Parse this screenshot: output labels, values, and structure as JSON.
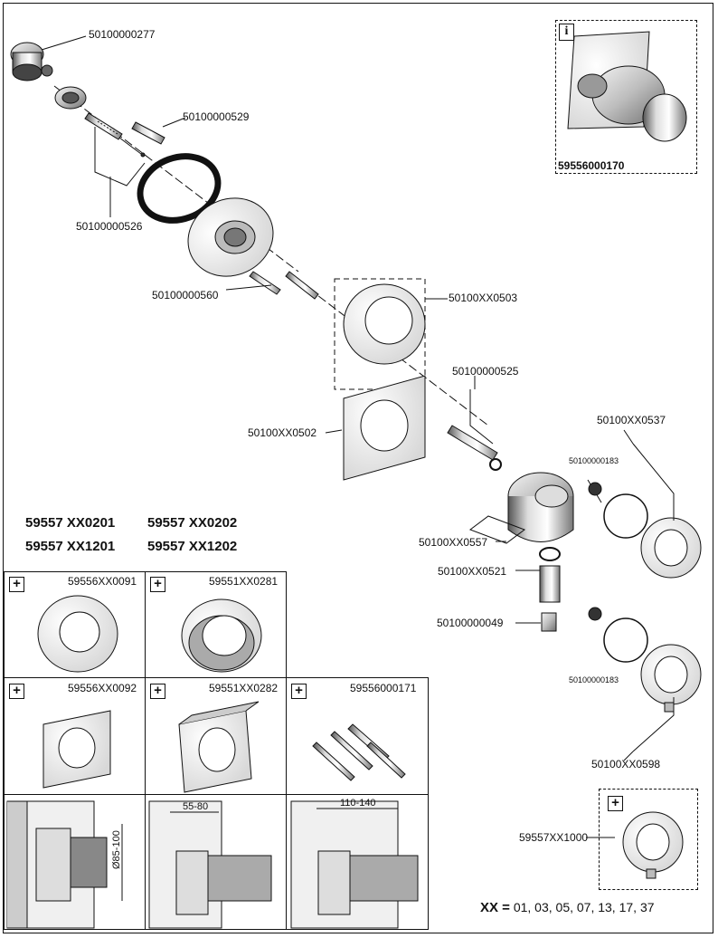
{
  "parts": {
    "p277": "50100000277",
    "p529": "50100000529",
    "p526": "50100000526",
    "p560": "50100000560",
    "p503": "50100XX0503",
    "p525": "50100000525",
    "p502": "50100XX0502",
    "p537": "50100XX0537",
    "p183a": "50100000183",
    "p557": "50100XX0557",
    "p521": "50100XX0521",
    "p049": "50100000049",
    "p183b": "50100000183",
    "p598": "50100XX0598",
    "p1000": "59557XX1000"
  },
  "info_panel": {
    "icon": "i",
    "part": "59556000170"
  },
  "model_codes": [
    "59557 XX0201",
    "59557 XX0202",
    "59557 XX1201",
    "59557 XX1202"
  ],
  "accessories": [
    {
      "icon": "+",
      "part": "59556XX0091"
    },
    {
      "icon": "+",
      "part": "59551XX0281"
    },
    {
      "icon": "+",
      "part": "59556XX0092"
    },
    {
      "icon": "+",
      "part": "59551XX0282"
    },
    {
      "icon": "+",
      "part": "59556000171"
    }
  ],
  "dimensions": {
    "d1": "Ø85-100",
    "d2": "55-80",
    "d3": "110-140"
  },
  "extra_icon": "+",
  "xx_note": {
    "label": "XX =",
    "values": "01, 03, 05, 07, 13, 17, 37"
  }
}
